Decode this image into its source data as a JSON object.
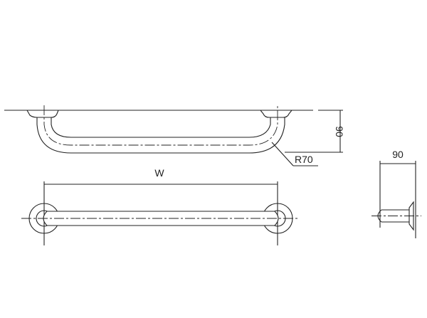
{
  "drawing": {
    "top_view": {
      "height_dim": "90",
      "radius_label": "R70"
    },
    "front_view": {
      "width_dim": "W"
    },
    "side_view": {
      "depth_dim": "90"
    }
  }
}
